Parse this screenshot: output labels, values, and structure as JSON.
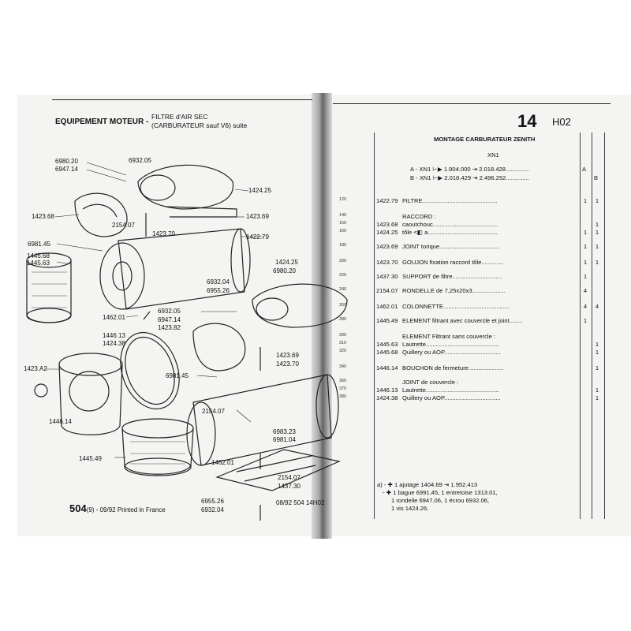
{
  "header": {
    "section_title": "EQUIPEMENT MOTEUR -",
    "subtitle_line1": "FILTRE d'AIR SEC",
    "subtitle_line2": "(CARBURATEUR sauf V6) suite",
    "section_number": "14",
    "section_code": "H02"
  },
  "diagram": {
    "callouts": [
      "6980.20",
      "6932.05",
      "6947.14",
      "1424.25",
      "1423.68",
      "1423.69",
      "2154.07",
      "1423.70",
      "1422.79",
      "6981.45",
      "1445.68",
      "1445.63",
      "6932.04",
      "6955.26",
      "1424.25",
      "6980.20",
      "6932.05",
      "6947.14",
      "1423.82",
      "1462.01",
      "1446.13",
      "1424.38",
      "1423.A2",
      "1423.69",
      "1423.70",
      "6981.45",
      "1446.14",
      "2154.07",
      "6983.23",
      "6981.04",
      "1445.49",
      "1462.01",
      "2154.07",
      "1437.30",
      "6955.26",
      "6932.04"
    ]
  },
  "table": {
    "heading": "MONTAGE CARBURATEUR ZENITH",
    "subheading": "XN1",
    "variant_a": "A - XN1 ⊢▶ 1.904.000 ⇥ 2.018.428..............",
    "variant_a_flag": "A",
    "variant_b": "B - XN1 ⊢▶ 2.018.429 ⇥ 2.496.252..............",
    "variant_b_flag": "B",
    "rows": [
      {
        "ln": "120",
        "code": "1422.79",
        "desc": "FILTRE.............................................",
        "a": "1",
        "b": "1"
      },
      {
        "ln": "140",
        "code": "",
        "desc": "RACCORD :",
        "a": "",
        "b": ""
      },
      {
        "ln": "150",
        "code": "1423.68",
        "desc": "caoutchouc.......................................",
        "a": "",
        "b": "1"
      },
      {
        "ln": "160",
        "code": "1424.25",
        "desc": "tôle <◧ a..........................................",
        "a": "1",
        "b": "1"
      },
      {
        "ln": "180",
        "code": "1423.69",
        "desc": "JOINT torique....................................",
        "a": "1",
        "b": "1"
      },
      {
        "ln": "200",
        "code": "1423.70",
        "desc": "GOUJON fixation raccord tôle.............",
        "a": "1",
        "b": "1"
      },
      {
        "ln": "220",
        "code": "1437.30",
        "desc": "SUPPORT de filtre..............................",
        "a": "1",
        "b": ""
      },
      {
        "ln": "240",
        "code": "2154.07",
        "desc": "RONDELLE de 7,25x20x3....................",
        "a": "4",
        "b": ""
      },
      {
        "ln": "260",
        "code": "1462.01",
        "desc": "COLONNETTE........................................",
        "a": "4",
        "b": "4"
      },
      {
        "ln": "280",
        "code": "1445.49",
        "desc": "ELEMENT filtrant avec couvercle et joint........",
        "a": "1",
        "b": ""
      },
      {
        "ln": "300",
        "code": "",
        "desc": "ELEMENT Filtrant sans couvercle :",
        "a": "",
        "b": ""
      },
      {
        "ln": "310",
        "code": "1445.63",
        "desc": "Lautrette............................................",
        "a": "",
        "b": "1"
      },
      {
        "ln": "320",
        "code": "1445.68",
        "desc": "Quillery ou AOP..................................",
        "a": "",
        "b": "1"
      },
      {
        "ln": "340",
        "code": "1446.14",
        "desc": "BOUCHON de fermeture.....................",
        "a": "",
        "b": "1"
      },
      {
        "ln": "360",
        "code": "",
        "desc": "JOINT de couvercle :",
        "a": "",
        "b": ""
      },
      {
        "ln": "370",
        "code": "1446.13",
        "desc": "Lautrette............................................",
        "a": "",
        "b": "1"
      },
      {
        "ln": "380",
        "code": "1424.38",
        "desc": "Quillery ou AOP..................................",
        "a": "",
        "b": "1"
      }
    ],
    "notes": [
      "a) - ✚ 1 ajutage 1404.69 ⇥ 1.952.413",
      "- ✚ 1 bague 6991.45, 1 entretoise 1313.01,",
      "1 rondelle 6947.06, 1 écrou 6932.06,",
      "1 vis 1424.26."
    ]
  },
  "footer": {
    "page_number": "504",
    "page_suffix": "(9) - 09/92 Printed in France",
    "ref": "08/92 504 14H02"
  }
}
